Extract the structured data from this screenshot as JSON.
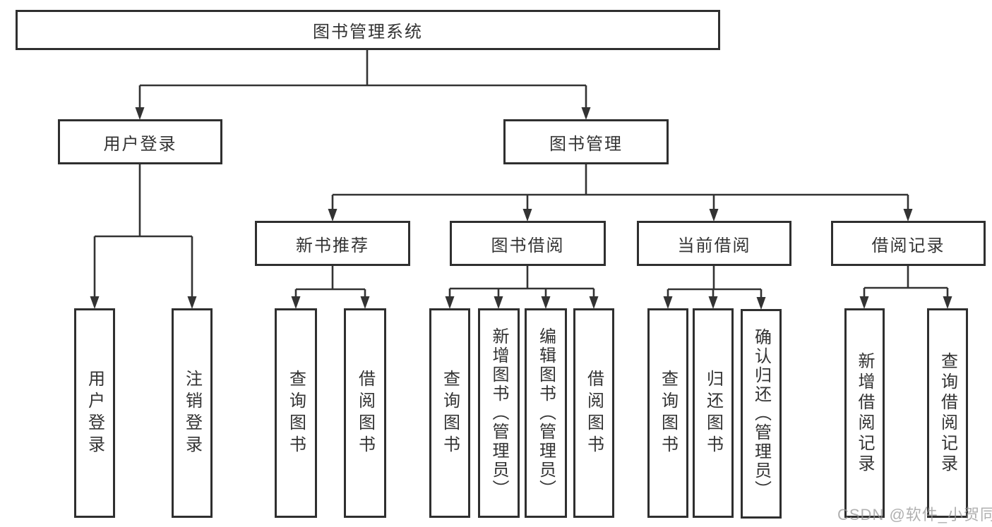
{
  "diagram": {
    "type": "hierarchy-flowchart",
    "tree": {
      "label": "图书管理系统",
      "children": [
        {
          "label": "用户登录",
          "children": [
            {
              "label": "用户登录"
            },
            {
              "label": "注销登录"
            }
          ]
        },
        {
          "label": "图书管理",
          "children": [
            {
              "label": "新书推荐",
              "children": [
                {
                  "label": "查询图书"
                },
                {
                  "label": "借阅图书"
                }
              ]
            },
            {
              "label": "图书借阅",
              "children": [
                {
                  "label": "查询图书"
                },
                {
                  "label": "新增图书（管理员）"
                },
                {
                  "label": "编辑图书（管理员）"
                },
                {
                  "label": "借阅图书"
                }
              ]
            },
            {
              "label": "当前借阅",
              "children": [
                {
                  "label": "查询图书"
                },
                {
                  "label": "归还图书"
                },
                {
                  "label": "确认归还（管理员）"
                }
              ]
            },
            {
              "label": "借阅记录",
              "children": [
                {
                  "label": "新增借阅记录"
                },
                {
                  "label": "查询借阅记录"
                }
              ]
            }
          ]
        }
      ]
    },
    "colors": {
      "line": "#333333",
      "box_border": "#2f2f2f",
      "text": "#333333",
      "background": "#ffffff",
      "watermark": "#969696"
    }
  },
  "watermark": {
    "text": "CSDN @软件_小贺同学"
  }
}
